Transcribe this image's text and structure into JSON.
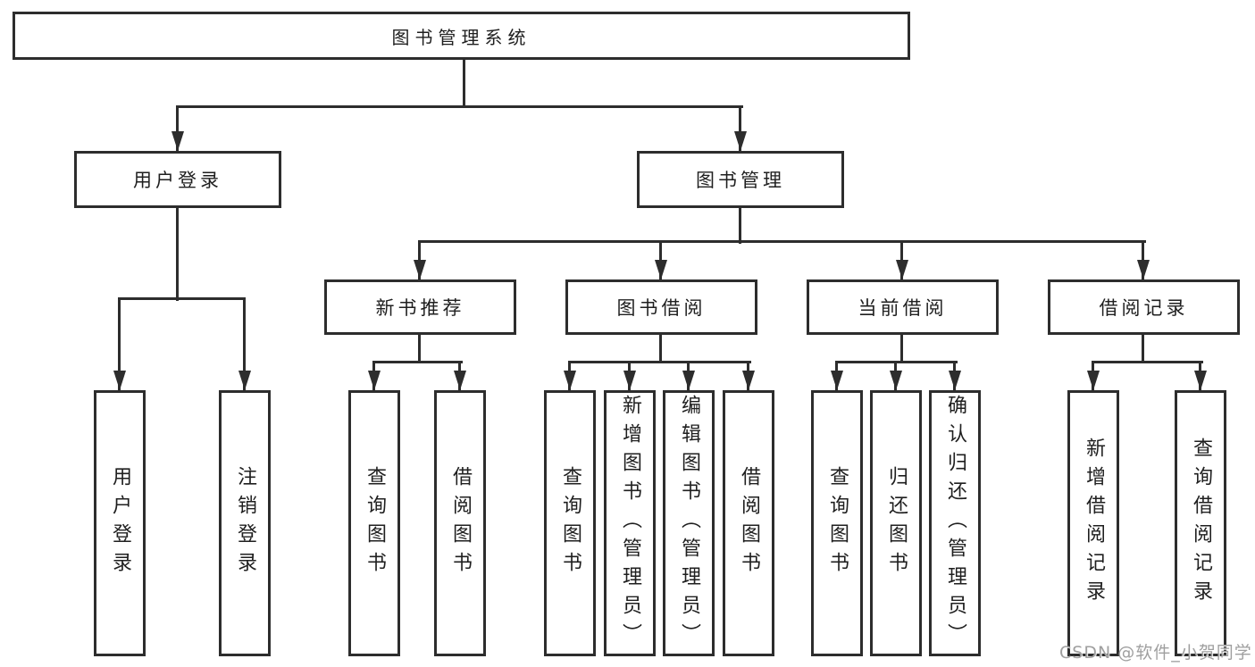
{
  "diagram": {
    "root": {
      "label": "图书管理系统"
    },
    "level2": [
      {
        "label": "用户登录"
      },
      {
        "label": "图书管理"
      }
    ],
    "level3": [
      {
        "label": "新书推荐"
      },
      {
        "label": "图书借阅"
      },
      {
        "label": "当前借阅"
      },
      {
        "label": "借阅记录"
      }
    ],
    "leaves": {
      "user_login": [
        "用户登录",
        "注销登录"
      ],
      "new_books": [
        "查询图书",
        "借阅图书"
      ],
      "book_borrow": [
        "查询图书",
        "新增图书（管理员）",
        "编辑图书（管理员）",
        "借阅图书"
      ],
      "current_borrow": [
        "查询图书",
        "归还图书",
        "确认归还（管理员）"
      ],
      "borrow_records": [
        "新增借阅记录",
        "查询借阅记录"
      ]
    },
    "line_color": "#2d2d2d"
  },
  "watermark": {
    "text": "CSDN @软件_小贺同学"
  }
}
